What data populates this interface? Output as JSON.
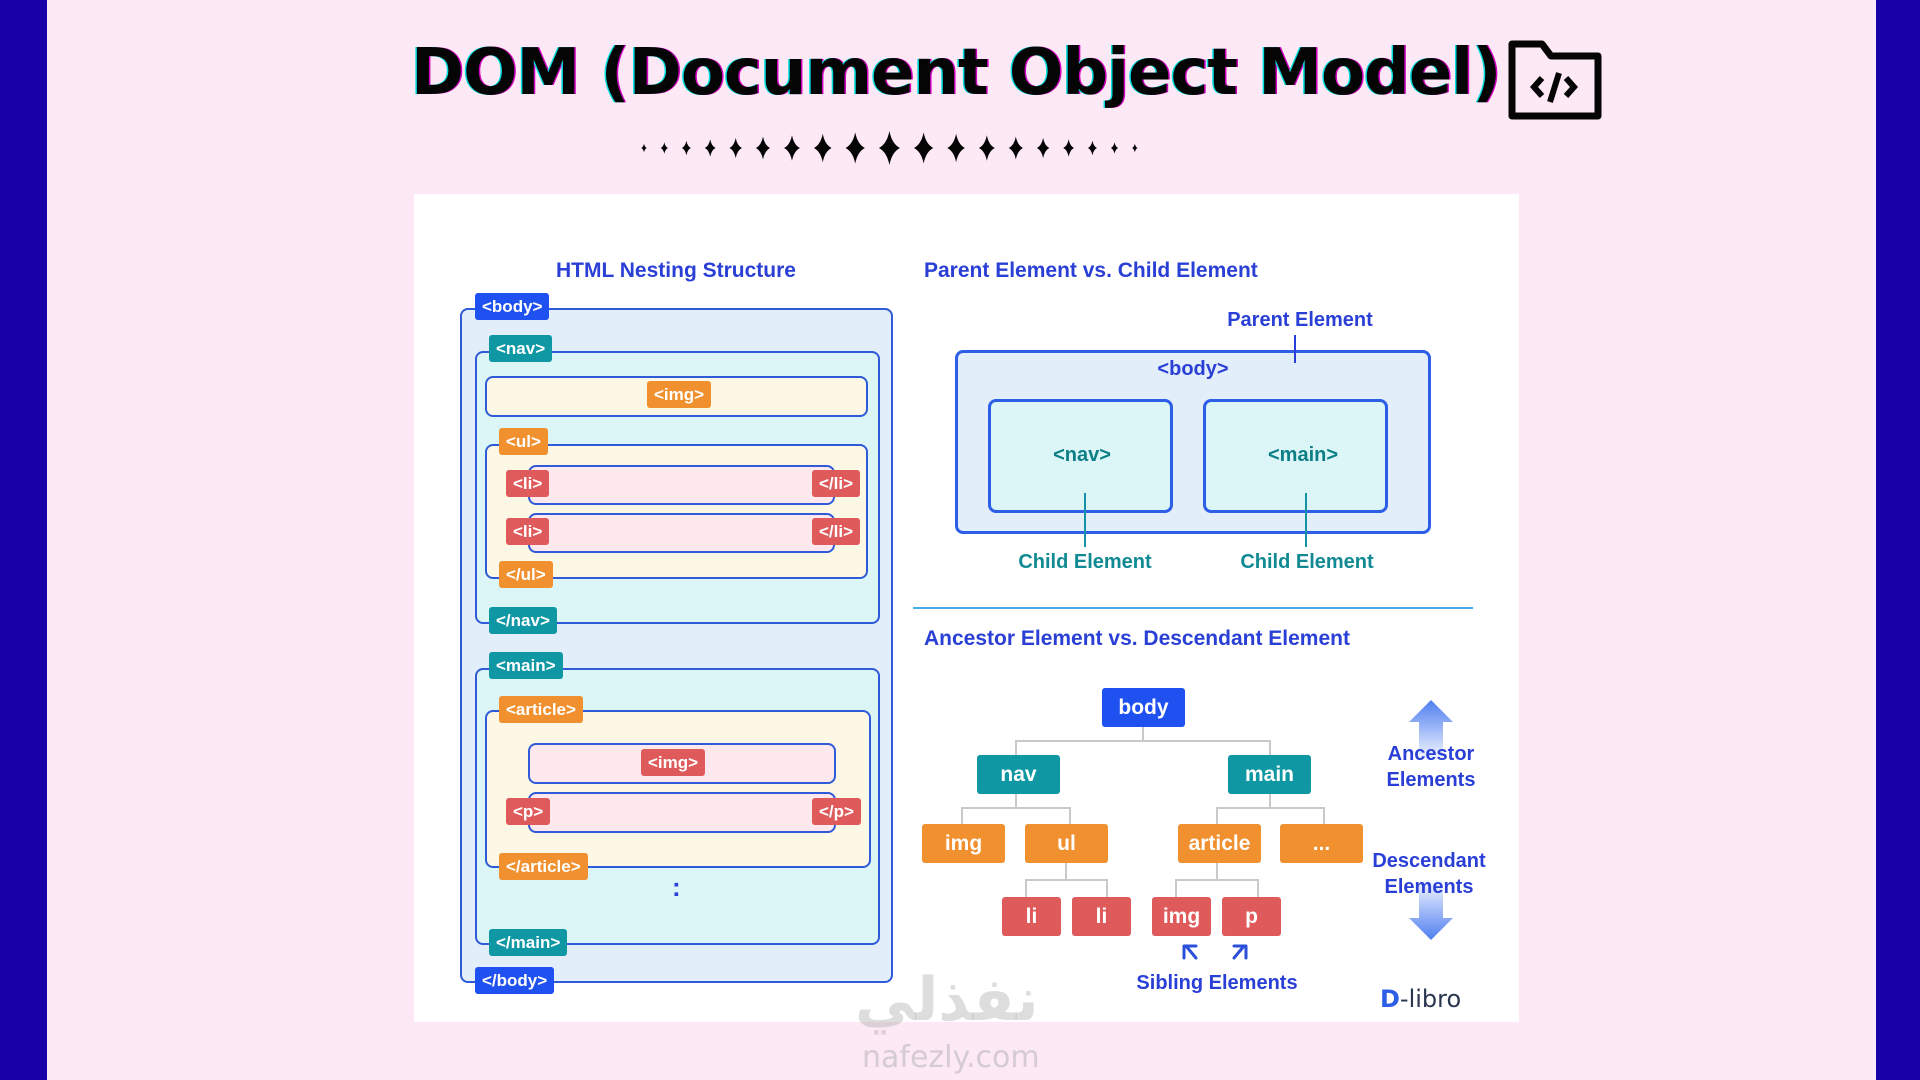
{
  "page": {
    "title": "DOM (Document Object Model)",
    "title_icon": "folder-code-icon",
    "colors": {
      "side_band": "#1800a8",
      "background": "#fde8f5",
      "heading": "#2a3fd6",
      "body_tag": "#1f50f0",
      "nav_main_tag": "#0f97a4",
      "level2_tag": "#f0902f",
      "level3_tag": "#df5a5a"
    }
  },
  "nesting": {
    "heading": "HTML Nesting Structure",
    "tags": {
      "body_open": "<body>",
      "body_close": "</body>",
      "nav_open": "<nav>",
      "nav_close": "</nav>",
      "nav_img": "<img>",
      "ul_open": "<ul>",
      "ul_close": "</ul>",
      "li_open": "<li>",
      "li_close": "</li>",
      "main_open": "<main>",
      "main_close": "</main>",
      "article_open": "<article>",
      "article_close": "</article>",
      "article_img": "<img>",
      "p_open": "<p>",
      "p_close": "</p>"
    },
    "ellipsis": ":"
  },
  "parent_child": {
    "heading": "Parent Element vs. Child Element",
    "parent_label": "Parent Element",
    "body_label": "<body>",
    "nav_label": "<nav>",
    "main_label": "<main>",
    "child_label_1": "Child Element",
    "child_label_2": "Child Element"
  },
  "ancestor_descendant": {
    "heading": "Ancestor Element vs. Descendant Element",
    "nodes": {
      "body": "body",
      "nav": "nav",
      "main": "main",
      "nav_img": "img",
      "ul": "ul",
      "article": "article",
      "more": "...",
      "li_1": "li",
      "li_2": "li",
      "article_img": "img",
      "p": "p"
    },
    "ancestor_label_1": "Ancestor",
    "ancestor_label_2": "Elements",
    "descendant_label_1": "Descendant",
    "descendant_label_2": "Elements",
    "sibling_label": "Sibling Elements"
  },
  "branding": {
    "logo": "-libro",
    "logo_mark": "D",
    "watermark_arabic": "نفذلي",
    "watermark_latin": "nafezly.com"
  }
}
